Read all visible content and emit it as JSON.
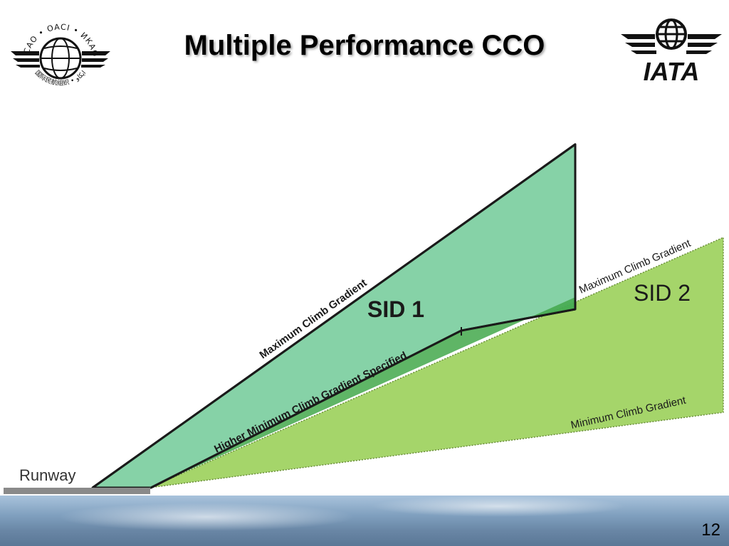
{
  "slide": {
    "title": "Multiple Performance CCO",
    "page_number": "12"
  },
  "logos": {
    "icao_text_top": "ICAO • OACI • ИКАО",
    "icao_text_bottom": "国际民航组织 • ايكاو",
    "iata_text": "IATA"
  },
  "diagram": {
    "runway_label": "Runway",
    "sid1_label": "SID 1",
    "sid2_label": "SID 2",
    "sid1_max_gradient_label": "Maximum Climb Gradient",
    "sid1_min_gradient_label": "Higher Minimum Climb Gradient Specified",
    "sid2_max_gradient_label": "Maximum Climb Gradient",
    "sid2_min_gradient_label": "Minimum Climb Gradient",
    "colors": {
      "sid1_fill": "#5ec389",
      "sid2_fill": "#a5d56a",
      "overlap_fill": "#4caf50",
      "outline": "#1a1a1a",
      "runway": "#8a8a8a"
    }
  }
}
